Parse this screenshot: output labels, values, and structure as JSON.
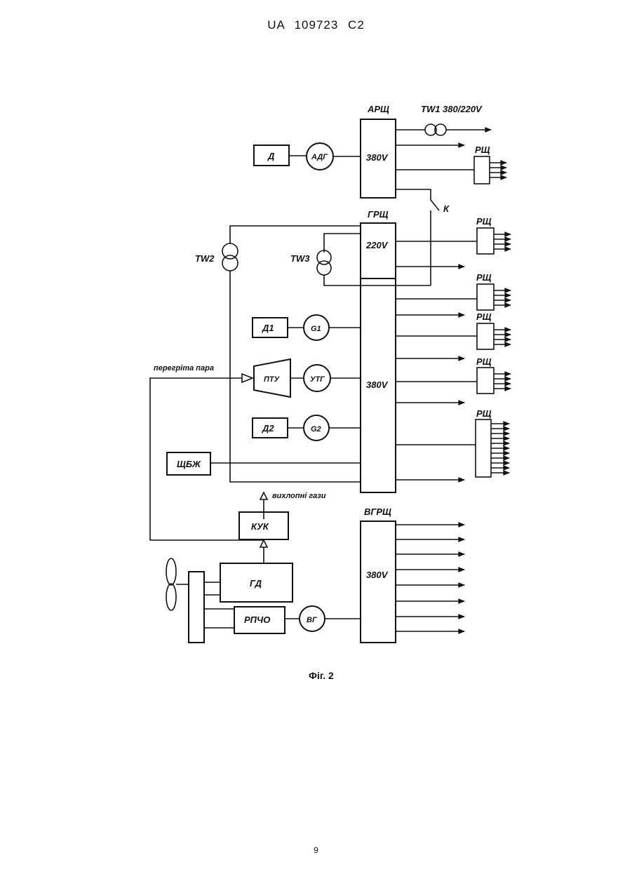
{
  "header": {
    "patent": "UA   109723   C2"
  },
  "page_number": "9",
  "figure_caption": "Фіг. 2",
  "labels": {
    "arsch": "АРЩ",
    "tw1": "TW1 380/220V",
    "d": "Д",
    "adg": "АДГ",
    "v380_top": "380V",
    "rsch1": "РЩ",
    "k": "К",
    "grsch": "ГРЩ",
    "tw2": "TW2",
    "tw3": "TW3",
    "v220": "220V",
    "rsch2": "РЩ",
    "rsch3": "РЩ",
    "rsch4": "РЩ",
    "rsch5": "РЩ",
    "rsch6": "РЩ",
    "d1": "Д1",
    "g1": "G1",
    "steam": "перегріта пара",
    "ptu": "ПТУ",
    "utg": "УТГ",
    "v380_main": "380V",
    "d2": "Д2",
    "g2": "G2",
    "schbzh": "ЩБЖ",
    "exhaust": "вихлопні гази",
    "kuk": "КУК",
    "vgrsch": "ВГРЩ",
    "v380_bottom": "380V",
    "gd": "ГД",
    "rpcho": "РПЧО",
    "vg": "ВГ"
  }
}
